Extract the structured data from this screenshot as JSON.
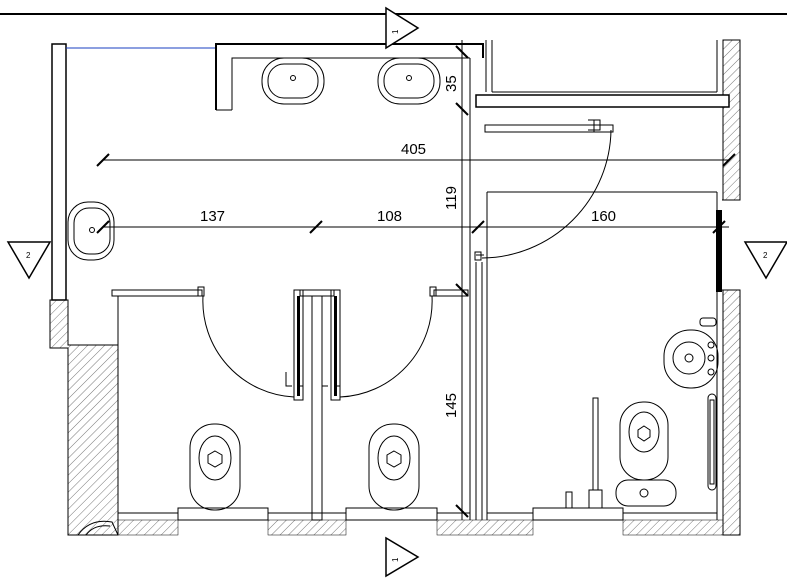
{
  "dimensions": {
    "overall_width": "405",
    "stall_1_width": "137",
    "stall_2_width": "108",
    "accessible_room_width": "160",
    "counter_depth": "35",
    "corridor_depth": "119",
    "stall_depth": "145"
  },
  "section_markers": {
    "top": "1",
    "bottom": "1",
    "left": "2",
    "right": "2"
  },
  "colors": {
    "line": "#000000",
    "hatch": "#777777",
    "blue_line": "#1a3fc0",
    "background": "#ffffff"
  }
}
